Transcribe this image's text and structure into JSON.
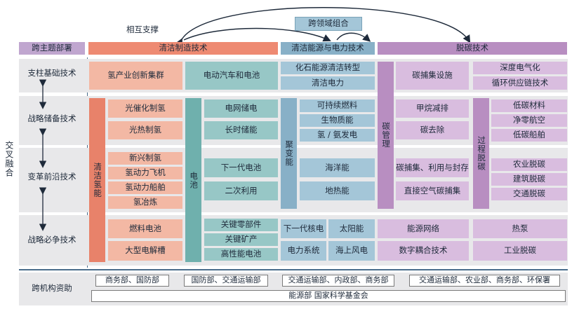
{
  "top": {
    "cross_domain": "跨领域组合",
    "mutual_support": "相互支撑"
  },
  "header": {
    "corner": "跨主题部署",
    "clean_mfg": "清洁制造技术",
    "clean_energy": "清洁能源与电力技术",
    "decarb": "脱碳技术"
  },
  "left": {
    "cross_fusion": "交叉融合",
    "rows": [
      "支柱基础技术",
      "战略储备技术",
      "变革前沿技术",
      "战略必争技术"
    ]
  },
  "bottom": {
    "label": "跨机构资助",
    "agencies": [
      "商务部、国防部",
      "国防部、交通运输部",
      "交通运输部、内政部、商务部",
      "交通运输部、农业部、商务部、环保署"
    ],
    "shared": "能源部 国家科学基金会"
  },
  "cells": {
    "hydrogen_cluster": "氢产业创新集群",
    "ev_battery": "电动汽车和电池",
    "fossil_transition": "化石能源清洁转型",
    "clean_power": "清洁电力",
    "carbon_capture_facility": "碳捕集设施",
    "deep_electrification": "深度电气化",
    "circular_supply_chain": "循环供应链技术",
    "clean_hydrogen": "清洁氢能",
    "photocatalytic_h2": "光催化制氢",
    "photothermal_h2": "光热制氢",
    "emerging_h2": "新兴制氢",
    "h2_aircraft": "氢动力飞机",
    "h2_ship": "氢动力船舶",
    "h2_steel": "氢冶炼",
    "fuel_cell": "燃料电池",
    "large_electrolyzer": "大型电解槽",
    "battery": "电池",
    "grid_storage": "电网储电",
    "long_duration_storage": "长时储能",
    "next_gen_battery": "下一代电池",
    "secondary_use": "二次利用",
    "key_components": "关键零部件",
    "key_minerals": "关键矿产",
    "high_perf_battery": "高性能电池",
    "fusion": "聚变能",
    "sustainable_fuel": "可持续燃料",
    "biomass": "生物质能",
    "h2_ammonia_power": "氢 / 氨发电",
    "ocean": "海洋能",
    "geothermal": "地热能",
    "next_gen_nuclear": "下一代核电",
    "solar": "太阳能",
    "power_system": "电力系统",
    "offshore_wind": "海上风电",
    "carbon_mgmt": "碳管理",
    "methane_reduction": "甲烷减排",
    "carbon_removal": "碳去除",
    "ccus": "碳捕集、利用与封存",
    "dac": "直接空气碳捕集",
    "energy_network": "能源网络",
    "digital_coupling": "数字耦合技术",
    "process_decarb": "过程脱碳",
    "low_carbon_materials": "低碳材料",
    "net_zero_aviation": "净零航空",
    "low_carbon_ship": "低碳船舶",
    "agri_decarb": "农业脱碳",
    "building_decarb": "建筑脱碳",
    "transport_decarb": "交通脱碳",
    "heat_pump": "热泵",
    "industrial_decarb": "工业脱碳"
  }
}
